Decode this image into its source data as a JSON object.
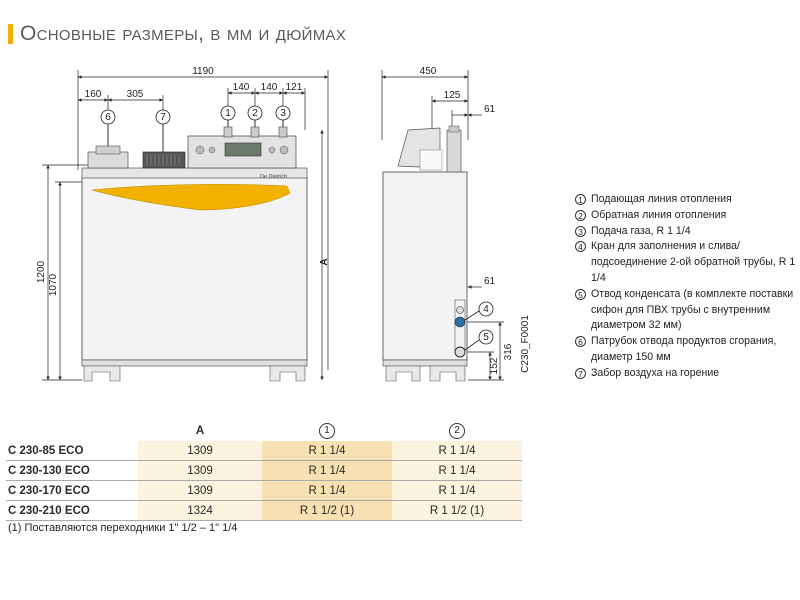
{
  "title": {
    "first_letter": "О",
    "rest": "сновные размеры, в мм и дюймах"
  },
  "front_view": {
    "dim_total_width": "1190",
    "dim_left_1": "160",
    "dim_left_2": "305",
    "dim_pipe_1": "140",
    "dim_pipe_2": "140",
    "dim_pipe_3": "121",
    "dim_height_total": "1200",
    "dim_height_body": "1070",
    "dim_a": "A",
    "brand": "De Dietrich",
    "callouts": [
      "①",
      "②",
      "③",
      "⑥",
      "⑦"
    ]
  },
  "side_view": {
    "dim_depth": "450",
    "dim_125": "125",
    "dim_61_top": "61",
    "dim_61_mid": "61",
    "dim_316": "316",
    "dim_152": "152",
    "drawing_code": "C230_F0001",
    "callouts": [
      "④",
      "⑤"
    ]
  },
  "legend": [
    {
      "num": "1",
      "text": "Подающая линия отопления"
    },
    {
      "num": "2",
      "text": "Обратная линия отопления"
    },
    {
      "num": "3",
      "text": "Подача газа, R 1 1/4"
    },
    {
      "num": "4",
      "text": "Кран для заполнения и слива/ подсоединение 2-ой обратной трубы, R 1 1/4"
    },
    {
      "num": "5",
      "text": "Отвод конденсата (в комплекте поставки сифон для ПВХ трубы с внутренним диаметром 32 мм)"
    },
    {
      "num": "6",
      "text": "Патрубок отвода продуктов сгорания, диаметр 150 мм"
    },
    {
      "num": "7",
      "text": "Забор воздуха на горение"
    }
  ],
  "table": {
    "headers": {
      "a": "A",
      "c1": "1",
      "c2": "2"
    },
    "rows": [
      {
        "model": "C 230-85 ECO",
        "a": "1309",
        "c1": "R 1 1/4",
        "c2": "R 1 1/4"
      },
      {
        "model": "C 230-130 ECO",
        "a": "1309",
        "c1": "R 1 1/4",
        "c2": "R 1 1/4"
      },
      {
        "model": "C 230-170 ECO",
        "a": "1309",
        "c1": "R 1 1/4",
        "c2": "R 1 1/4"
      },
      {
        "model": "C 230-210 ECO",
        "a": "1324",
        "c1": "R 1 1/2 (1)",
        "c2": "R 1 1/2 (1)"
      }
    ]
  },
  "footnote": "(1) Поставляются переходники 1\" 1/2 – 1\" 1/4",
  "colors": {
    "accent_yellow": "#f2b100",
    "body_grey": "#f1f1f1",
    "table_highlight": "#f7e0b2",
    "table_light": "#fbf3df"
  }
}
